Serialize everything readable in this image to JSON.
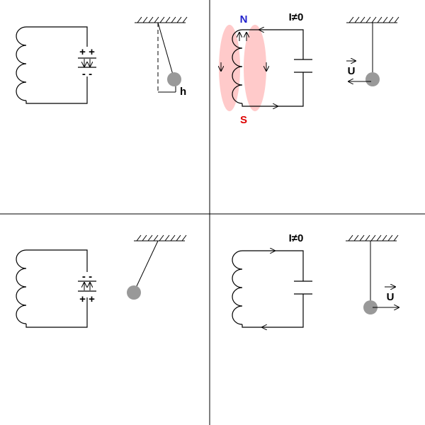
{
  "colors": {
    "background": "#ffffff",
    "line": "#000000",
    "bob": "#999999",
    "field": "#ffb3b3",
    "north": "#2222cc",
    "south": "#dd0000"
  },
  "panels": {
    "top_left": {
      "capacitor_top_charge": "+ +",
      "capacitor_bottom_charge": "- -",
      "pendulum_height_label": "h"
    },
    "top_right": {
      "current_label": "I≠0",
      "north_label": "N",
      "south_label": "S",
      "velocity_label": "U"
    },
    "bottom_left": {
      "capacitor_top_charge": "- -",
      "capacitor_bottom_charge": "+ +"
    },
    "bottom_right": {
      "current_label": "I≠0",
      "velocity_label": "U"
    }
  }
}
